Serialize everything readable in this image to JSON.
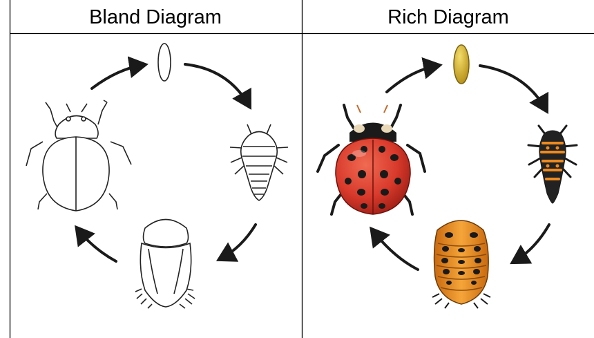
{
  "table": {
    "left_title": "Bland Diagram",
    "right_title": "Rich Diagram"
  },
  "diagrams": {
    "bland": {
      "stages": [
        "egg",
        "larva",
        "pupa",
        "adult"
      ],
      "style": "outline",
      "stroke": "#222222",
      "fill": "#ffffff"
    },
    "rich": {
      "stages": [
        "egg",
        "larva",
        "pupa",
        "adult"
      ],
      "style": "colored",
      "egg_color": "#d8b52a",
      "ladybug_red": "#d93a2b",
      "larva_orange": "#ef8a1e",
      "pupa_orange": "#f0921f",
      "spot_color": "#1a1a1a"
    }
  }
}
